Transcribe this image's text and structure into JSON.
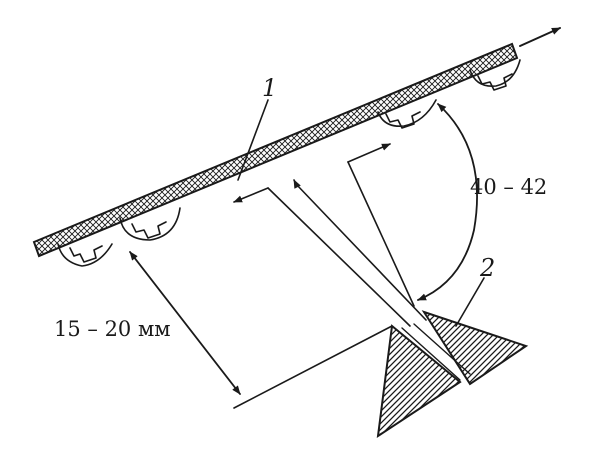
{
  "labels": {
    "part_1": "1",
    "part_2": "2",
    "angle": "40 – 42",
    "distance": "15 – 20 мм"
  },
  "colors": {
    "ink": "#1a1a1a",
    "paper": "#ffffff"
  }
}
